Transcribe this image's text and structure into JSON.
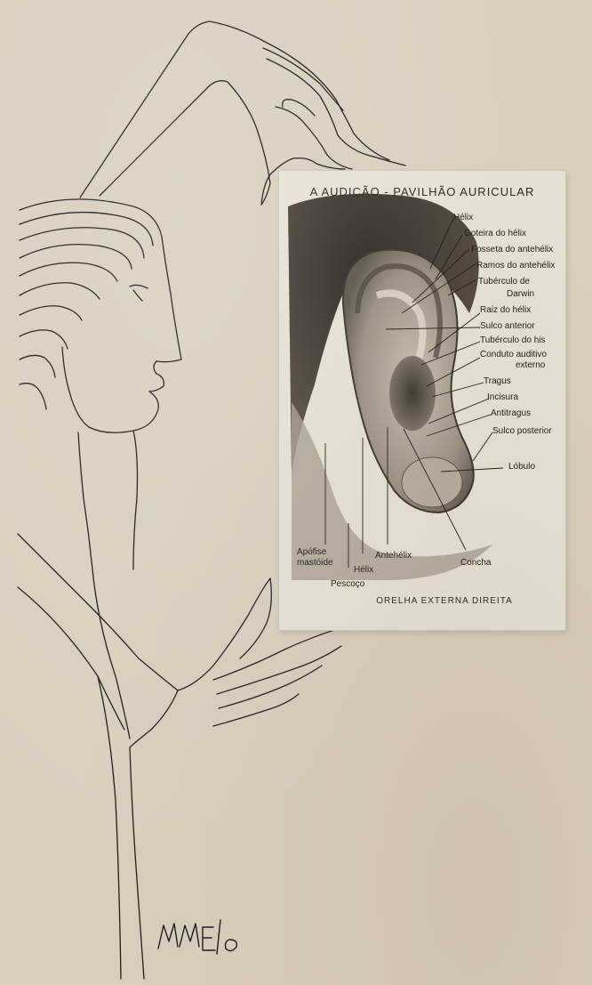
{
  "card": {
    "title": "A AUDIÇÃO - PAVILHÃO AURICULAR",
    "caption": "ORELHA EXTERNA DIREITA",
    "labels": {
      "helix_top": "Hélix",
      "goteira": "Goteira do hélix",
      "fosseta": "Fosseta do antehélix",
      "ramos": "Ramos do antehélix",
      "tuberculo_darwin_1": "Tubérculo de",
      "tuberculo_darwin_2": "Darwin",
      "raiz": "Raiz do hélix",
      "sulco_anterior": "Sulco anterior",
      "tuberculo_his": "Tubérculo do his",
      "conduto_1": "Conduto auditivo",
      "conduto_2": "externo",
      "tragus": "Tragus",
      "incisura": "Incisura",
      "antitragus": "Antitragus",
      "sulco_posterior": "Sulco posterior",
      "lobulo": "Lóbulo",
      "apofise_1": "Apófise",
      "apofise_2": "mastóide",
      "pescoco": "Pescoço",
      "helix_bottom": "Hélix",
      "antehelix": "Antehélix",
      "concha": "Concha"
    }
  },
  "signature": "MMELO"
}
